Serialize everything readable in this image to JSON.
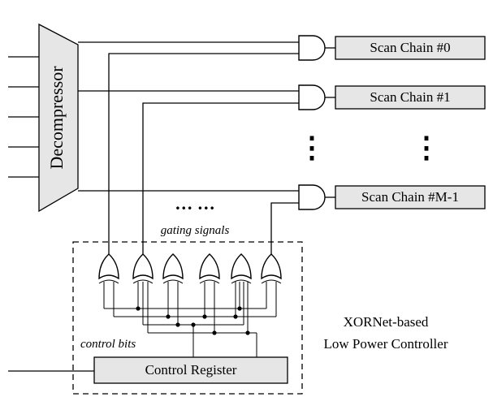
{
  "decompressor_label": "Decompressor",
  "scan_chains": [
    "Scan Chain #0",
    "Scan Chain #1",
    "Scan Chain #M-1"
  ],
  "vertical_ellipsis": "⋮",
  "horizontal_ellipsis": "… …",
  "gating_signals_label": "gating signals",
  "control_bits_label": "control bits",
  "control_register_label": "Control Register",
  "controller_title_line1": "XORNet-based",
  "controller_title_line2": "Low Power Controller"
}
